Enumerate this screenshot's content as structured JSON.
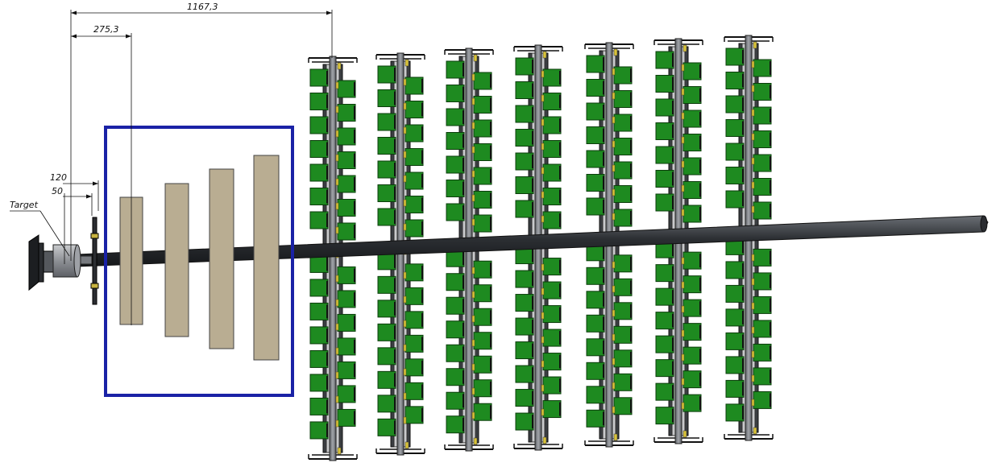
{
  "diagram": {
    "target_label": "Target",
    "dimensions": {
      "total": "1167,3",
      "to_first_disk": "275,3",
      "inner_a": "120",
      "inner_b": "50"
    },
    "highlight_box_color": "#1a22a6",
    "disk_color": "#b9ad92",
    "module_color": "#1e8a20",
    "beam_pipe_color": "#3a3d42",
    "station_count": 7,
    "modules_per_side": 8,
    "tracking_disks": 4
  }
}
